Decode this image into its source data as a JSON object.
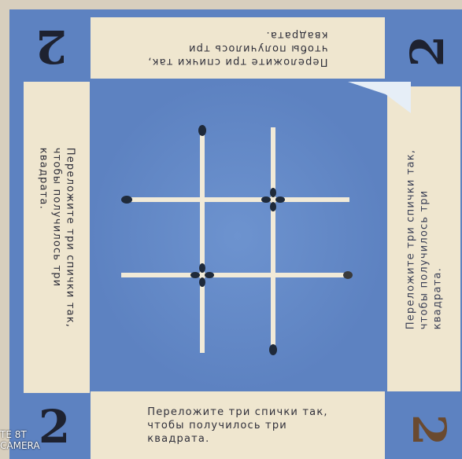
{
  "corner_digit": "2",
  "puzzle_text": {
    "line1": "Переложите три спички так,",
    "line2": "чтобы получилось три",
    "line3": "квадрата."
  },
  "watermark": {
    "line1": "TE 8T",
    "line2": "CAMERA"
  },
  "colors": {
    "background_blue": "#5d82c1",
    "panel_cream": "#efe6cf",
    "match_stick": "#f1ead8",
    "match_head": "#1f2a3a"
  }
}
